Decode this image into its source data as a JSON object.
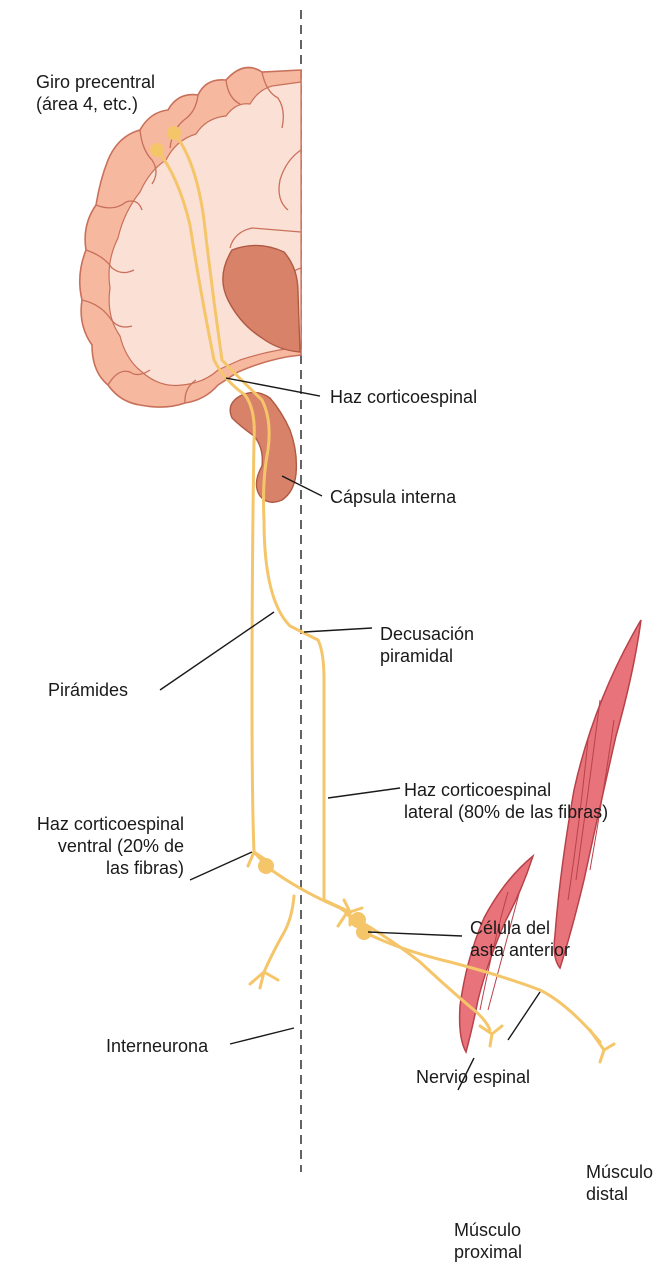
{
  "labels": {
    "giro_precentral": [
      "Giro precentral",
      "(área 4, etc.)"
    ],
    "haz_corticoespinal": "Haz corticoespinal",
    "capsula_interna": "Cápsula interna",
    "decusacion": [
      "Decusación",
      "piramidal"
    ],
    "piramides": "Pirámides",
    "haz_lateral": [
      "Haz corticoespinal",
      "lateral (80% de las fibras)"
    ],
    "haz_ventral": [
      "Haz corticoespinal",
      "ventral (20% de",
      "las fibras)"
    ],
    "celula_asta": [
      "Célula del",
      "asta anterior"
    ],
    "interneurona": "Interneurona",
    "nervio_espinal": "Nervio espinal",
    "musculo_distal": [
      "Músculo",
      "distal"
    ],
    "musculo_proximal": [
      "Músculo",
      "proximal"
    ]
  },
  "colors": {
    "fiber": "#f5c56a",
    "cortex_outer": "#f6b9a0",
    "white_matter": "#fbe0d6",
    "basal_ganglia": "#d9826a",
    "muscle": "#e8737a"
  }
}
